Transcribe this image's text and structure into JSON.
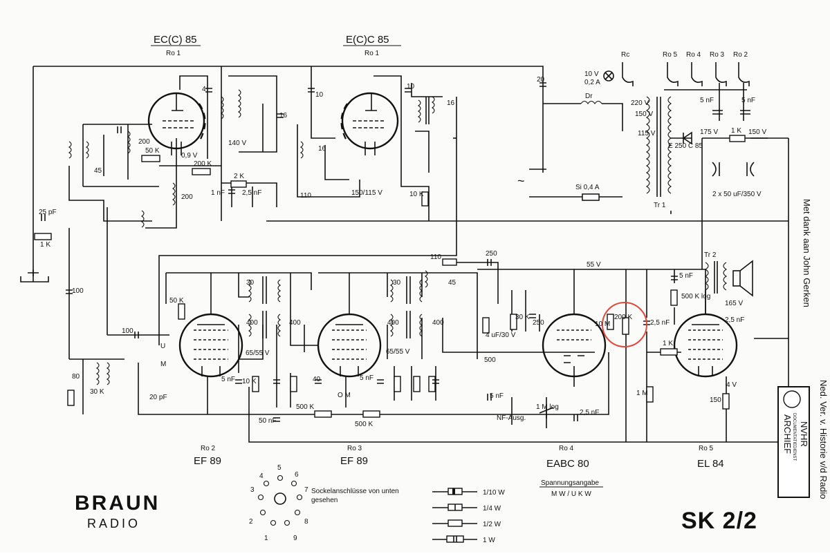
{
  "tubes": {
    "ro1a": {
      "type": "EC(C) 85",
      "ref": "Ro 1"
    },
    "ro1b": {
      "type": "E(C)C 85",
      "ref": "Ro 1"
    },
    "ro2": {
      "ref": "Ro 2",
      "type": "EF 89"
    },
    "ro3": {
      "ref": "Ro 3",
      "type": "EF 89"
    },
    "ro4": {
      "ref": "Ro 4",
      "type": "EABC 80"
    },
    "ro5": {
      "ref": "Ro 5",
      "type": "EL 84"
    }
  },
  "model": "SK 2/2",
  "brand": {
    "name": "BRAUN",
    "sub": "RADIO"
  },
  "socket": {
    "caption": "Sockelanschlüsse von unten gesehen",
    "pins": [
      "1",
      "2",
      "3",
      "4",
      "5",
      "6",
      "7",
      "8",
      "9"
    ]
  },
  "legend": {
    "title": "Spannungsangabe",
    "mode": "M W / U K W",
    "ratings": [
      "1/10 W",
      "1/4 W",
      "1/2 W",
      "1 W"
    ]
  },
  "credit": "Met dank aan John Gerken",
  "stamp": {
    "title": "ARCHIEF",
    "line": "DOCUMENTATIEDIENST",
    "org": "NVHR"
  },
  "side_note": "Ned. Ver. v. Historie v/d Radio",
  "top_right": {
    "switches": [
      "Rc",
      "Ro 5",
      "Ro 4",
      "Ro 3",
      "Ro 2"
    ],
    "lamp": [
      "10 V",
      "0,2 A"
    ],
    "caps": [
      "5 nF",
      "5 nF"
    ],
    "choke": "Dr",
    "voltages": [
      "220 V",
      "150 V",
      "115 V"
    ],
    "rectifier": "E 250 C 85",
    "b_plus": [
      "175 V",
      "1 K",
      "150 V"
    ],
    "fuse": "Si 0,4 A",
    "transformer": "Tr 1",
    "filter": "2 x 50 uF/350 V",
    "mains": "~"
  },
  "labels": {
    "c20": "20",
    "c4": "4",
    "c10": "10",
    "c16": "16",
    "c45": "45",
    "c140v": "140 V",
    "r50k": "50 K",
    "v09": "0,9 V",
    "r200k": "200 K",
    "r2k": "2 K",
    "c25nf": "2,5 nF",
    "c1nf": "1 nF",
    "r200": "200",
    "c25pf": "25 pF",
    "r1k": "1 K",
    "v150115": "150/115 V",
    "r10k": "10 K",
    "c110": "110",
    "c100": "100",
    "c80": "80",
    "r30k": "30 K",
    "c20pf": "20 pF",
    "c30": "30",
    "c400": "400",
    "v6555": "65/55 V",
    "r50k2": "50 K",
    "c100b": "100",
    "sw_u": "U",
    "sw_m": "M",
    "c5nf": "5 nF",
    "r10k2": "10 K",
    "r500k": "500 K",
    "c50nf": "50 nF",
    "c250": "250",
    "r110": "110",
    "c4uf": "4 uF/30 V",
    "r30k2": "30 K",
    "v55": "55 V",
    "r200k2": "200 K",
    "r10m": "10 M",
    "c25nf2": "2,5 nF",
    "r500klog": "500 K log",
    "c5nf2": "5 nF",
    "tr2": "Tr 2",
    "v165": "165 V",
    "r1k2": "1 K",
    "v4": "4 V",
    "r150": "150",
    "r1m": "1 M",
    "r1mlog": "1 M log",
    "nf": "NF-Ausg.",
    "c25nf3": "2,5 nF",
    "c40": "40",
    "om": "O M",
    "c50": "500"
  },
  "highlight": {
    "target": "200 K resistor",
    "color": "#e0483a"
  }
}
